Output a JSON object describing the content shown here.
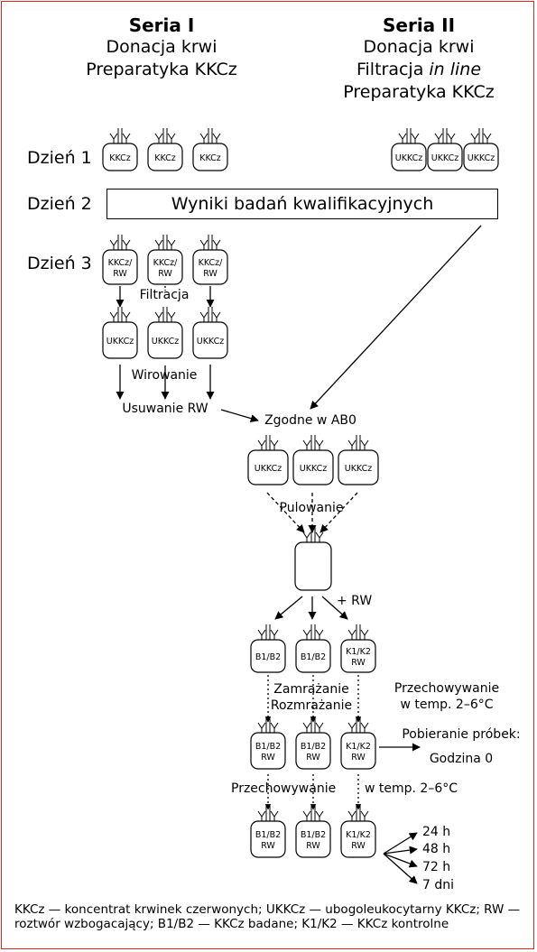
{
  "series": {
    "s1": {
      "title": "Seria I",
      "line1": "Donacja krwi",
      "line2": "Preparatyka KKCz"
    },
    "s2": {
      "title": "Seria II",
      "line1": "Donacja krwi",
      "line2_prefix": "Filtracja ",
      "line2_italic": "in line",
      "line3": "Preparatyka KKCz"
    }
  },
  "days": {
    "d1": "Dzień 1",
    "d2": "Dzień 2",
    "d3": "Dzień 3"
  },
  "result_box": "Wyniki badań kwalifikacyjnych",
  "steps": {
    "filtration": "Filtracja",
    "centrifugation": "Wirowanie",
    "rw_removal": "Usuwanie RW",
    "abo": "Zgodne w AB0",
    "pooling": "Pulowanie",
    "add_rw": "+ RW",
    "freeze": "Zamrażanie",
    "thaw": "Rozmrażanie",
    "storage_side_1": "Przechowywanie",
    "storage_side_2": "w temp. 2–6°C",
    "sampling": "Pobieranie próbek:",
    "hour0": "Godzina 0",
    "storage_row_a": "Przechowywanie",
    "storage_row_b": "w temp. 2–6°C"
  },
  "bags": {
    "kkcz": "KKCz",
    "ukkcz": "UKKCz",
    "kkcz_rw_1": "KKCz/",
    "kkcz_rw_2": "RW",
    "b_1": "B1/B2",
    "b_2": "RW",
    "k_1": "K1/K2",
    "k_2": "RW"
  },
  "times": [
    "24 h",
    "48 h",
    "72 h",
    "7 dni"
  ],
  "legend": "KKCz — koncentrat krwinek czerwonych; UKKCz — ubogoleukocytarny KKCz; RW — roztwór wzbogacający; B1/B2 — KKCz badane; K1/K2 — KKCz kontrolne",
  "colors": {
    "frame": "#e2231a",
    "ink": "#000000"
  },
  "icons": [
    "blood-bag-icon"
  ]
}
